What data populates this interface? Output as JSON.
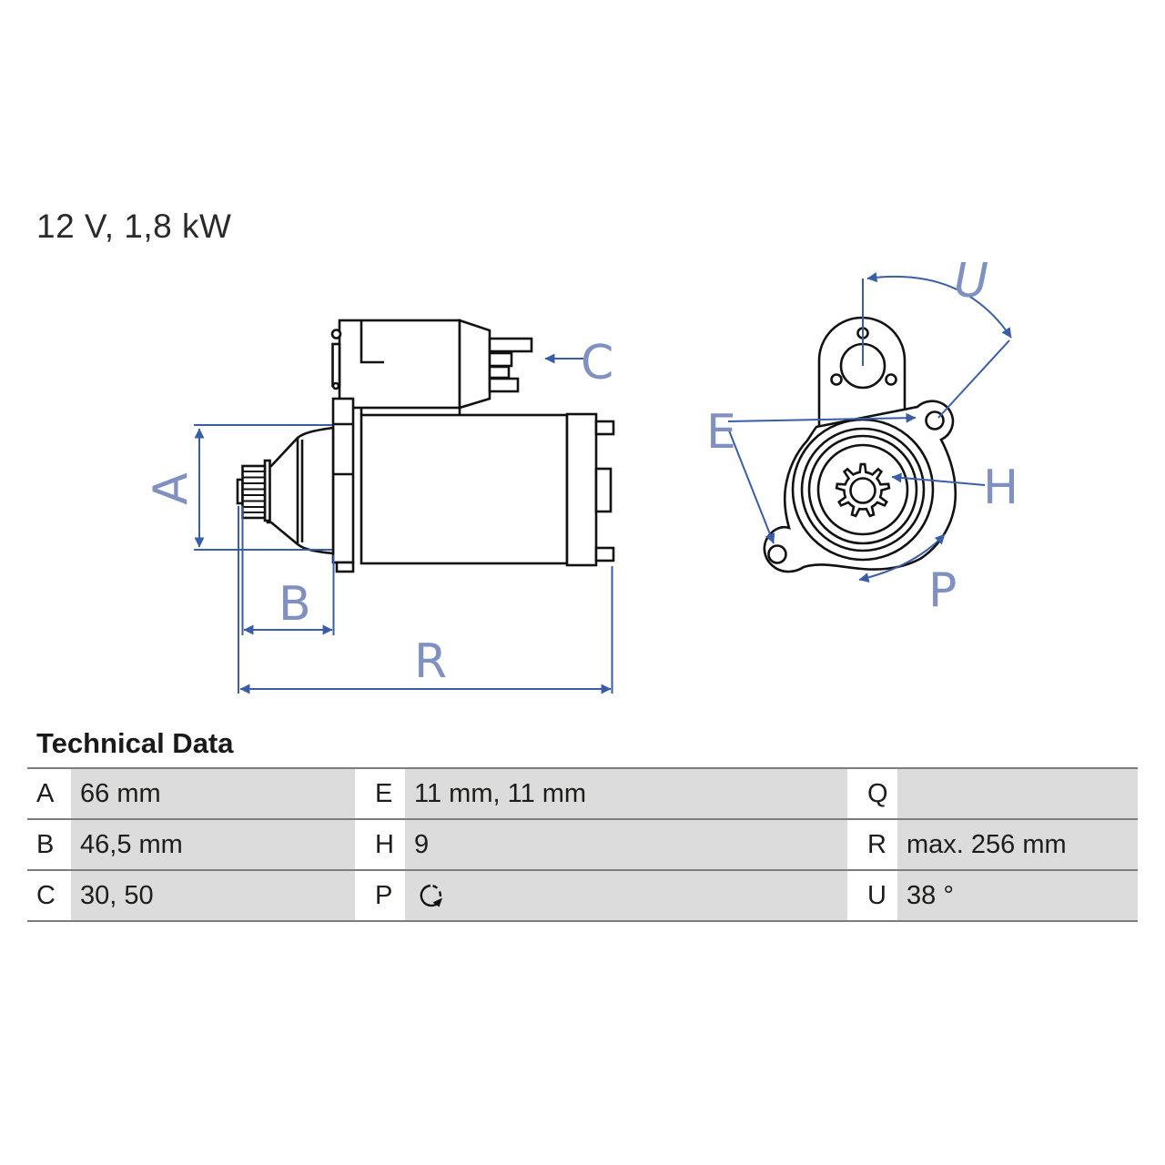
{
  "header": {
    "power_rating": "12 V, 1,8 kW"
  },
  "technical_data": {
    "title": "Technical Data",
    "rows": [
      {
        "cells": [
          {
            "label": "A",
            "value": "66 mm"
          },
          {
            "label": "E",
            "value": "11 mm, 11 mm"
          },
          {
            "label": "Q",
            "value": ""
          }
        ]
      },
      {
        "cells": [
          {
            "label": "B",
            "value": "46,5 mm"
          },
          {
            "label": "H",
            "value": "9"
          },
          {
            "label": "R",
            "value": "max. 256 mm"
          }
        ]
      },
      {
        "cells": [
          {
            "label": "C",
            "value": "30, 50"
          },
          {
            "label": "P",
            "value": "",
            "icon": "rotation-clockwise-icon"
          },
          {
            "label": "U",
            "value": "38 °"
          }
        ]
      }
    ]
  },
  "diagram": {
    "side_view_labels": {
      "a": "A",
      "b": "B",
      "c": "C",
      "r": "R"
    },
    "front_view_labels": {
      "e": "E",
      "h": "H",
      "p": "P",
      "u": "U"
    }
  },
  "colors": {
    "dimension_blue": "#3a5da8",
    "label_blue": "#8090c0",
    "drawing_black": "#111111",
    "cell_gray": "#dcdcdc",
    "divider_gray": "#7d7d7d"
  }
}
